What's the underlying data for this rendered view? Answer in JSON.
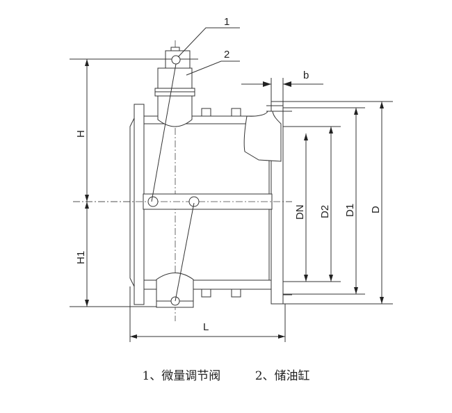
{
  "labels": {
    "callout_1": "1",
    "callout_2": "2",
    "H": "H",
    "H1": "H1",
    "L": "L",
    "b": "b",
    "DN": "DN",
    "D2": "D2",
    "D1": "D1",
    "D": "D"
  },
  "caption": {
    "item_1": "1、微量调节阀",
    "item_2": "2、储油缸"
  }
}
